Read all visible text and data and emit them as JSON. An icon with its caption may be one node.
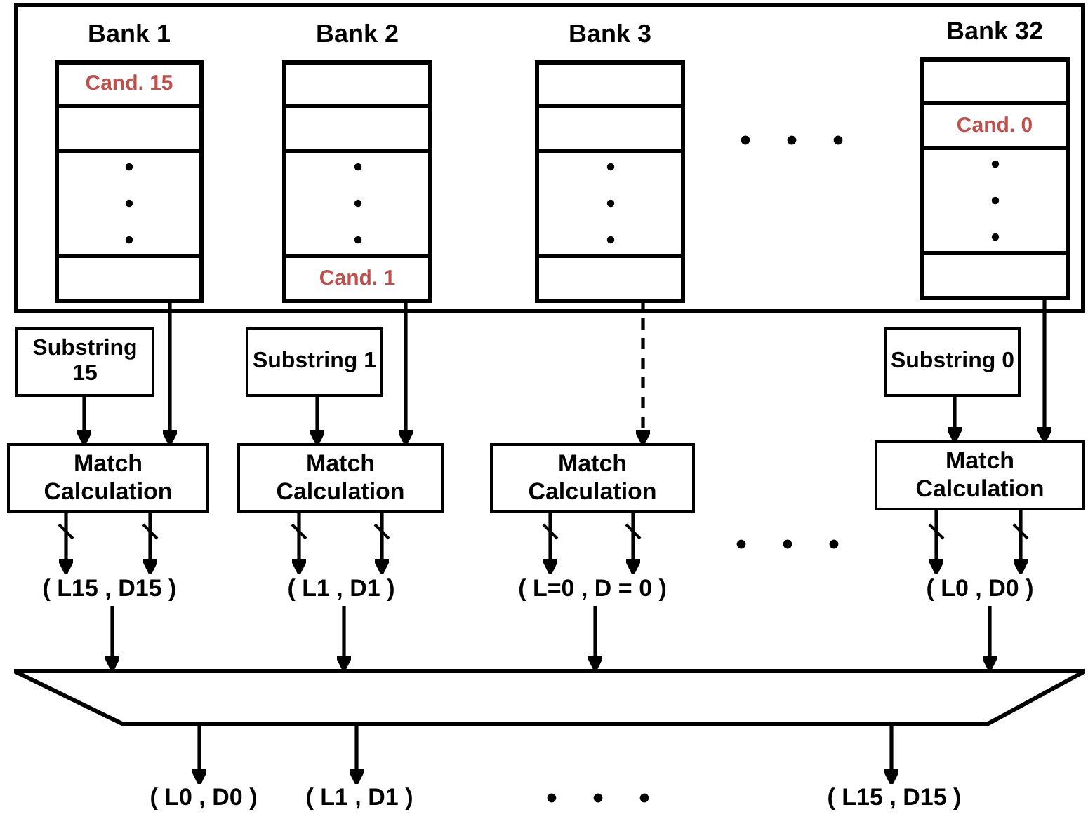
{
  "diagram": {
    "nodes": [
      {
        "text": [],
        "shape": "box"
      },
      {
        "text": [
          "Bank 1"
        ],
        "in": 0
      },
      {
        "text": [
          "Cand. 15"
        ],
        "in": 1
      },
      {
        "text": [],
        "shape": "box",
        "in": 1
      },
      {
        "text": [],
        "shape": "box",
        "in": 1
      },
      {
        "text": [],
        "shape": "box",
        "in": 1
      },
      {
        "text": [
          "Bank 2"
        ],
        "in": 0
      },
      {
        "text": [],
        "shape": "box",
        "in": 6
      },
      {
        "text": [],
        "shape": "box",
        "in": 6
      },
      {
        "text": [],
        "shape": "box",
        "in": 6
      },
      {
        "text": [
          "Cand. 1"
        ],
        "in": 6
      },
      {
        "text": [
          "Bank 3"
        ],
        "in": 0
      },
      {
        "text": [],
        "shape": "box",
        "in": 11
      },
      {
        "text": [],
        "shape": "box",
        "in": 11
      },
      {
        "text": [],
        "shape": "box",
        "in": 11
      },
      {
        "text": [],
        "shape": "box",
        "in": 11
      },
      {
        "text": [
          "Bank 32"
        ],
        "in": 0
      },
      {
        "text": [],
        "shape": "box",
        "in": 16
      },
      {
        "text": [
          "Cand. 0"
        ],
        "in": 16
      },
      {
        "text": [],
        "shape": "box",
        "in": 16
      },
      {
        "text": [],
        "shape": "box",
        "in": 16
      },
      {
        "text": [
          "Substring 15"
        ]
      },
      {
        "text": [
          "Match Calculation"
        ]
      },
      {
        "text": [
          "Substring 1"
        ]
      },
      {
        "text": [
          "Match Calculation"
        ]
      },
      {
        "text": [
          "Match Calculation"
        ]
      },
      {
        "text": [
          "Substring 0"
        ]
      },
      {
        "text": [
          "Match Calculation"
        ]
      },
      {
        "text": [
          "( L15 , D15 )"
        ]
      },
      {
        "text": [
          "( L1 , D1 )"
        ]
      },
      {
        "text": [
          "( L=0 , D = 0 )"
        ]
      },
      {
        "text": [
          "( L0 , D0 )"
        ]
      },
      {
        "text": [],
        "shape": "trapezoid"
      },
      {
        "text": [
          "( L0 , D0 )"
        ]
      },
      {
        "text": [
          "( L1 , D1 )"
        ]
      },
      {
        "text": [
          "( L15 , D15 )"
        ]
      }
    ],
    "edges": [
      {
        "from": 1,
        "to": 22,
        "arrow": "to"
      },
      {
        "from": 6,
        "to": 24,
        "arrow": "to"
      },
      {
        "from": 11,
        "to": 25,
        "arrow": "to",
        "style": "dashed"
      },
      {
        "from": 16,
        "to": 27,
        "arrow": "to"
      },
      {
        "from": 21,
        "to": 22,
        "arrow": "to"
      },
      {
        "from": 23,
        "to": 24,
        "arrow": "to"
      },
      {
        "from": 26,
        "to": 27,
        "arrow": "to"
      },
      {
        "from": 22,
        "to": 28,
        "arrow": "to"
      },
      {
        "from": 22,
        "to": 28,
        "arrow": "to"
      },
      {
        "from": 24,
        "to": 29,
        "arrow": "to"
      },
      {
        "from": 24,
        "to": 29,
        "arrow": "to"
      },
      {
        "from": 25,
        "to": 30,
        "arrow": "to"
      },
      {
        "from": 25,
        "to": 30,
        "arrow": "to"
      },
      {
        "from": 27,
        "to": 31,
        "arrow": "to"
      },
      {
        "from": 27,
        "to": 31,
        "arrow": "to"
      },
      {
        "from": 28,
        "to": 32,
        "arrow": "to"
      },
      {
        "from": 29,
        "to": 32,
        "arrow": "to"
      },
      {
        "from": 30,
        "to": 32,
        "arrow": "to"
      },
      {
        "from": 31,
        "to": 32,
        "arrow": "to"
      },
      {
        "from": 32,
        "to": 33,
        "arrow": "to"
      },
      {
        "from": 32,
        "to": 34,
        "arrow": "to"
      },
      {
        "from": 32,
        "to": 35,
        "arrow": "to"
      }
    ]
  }
}
